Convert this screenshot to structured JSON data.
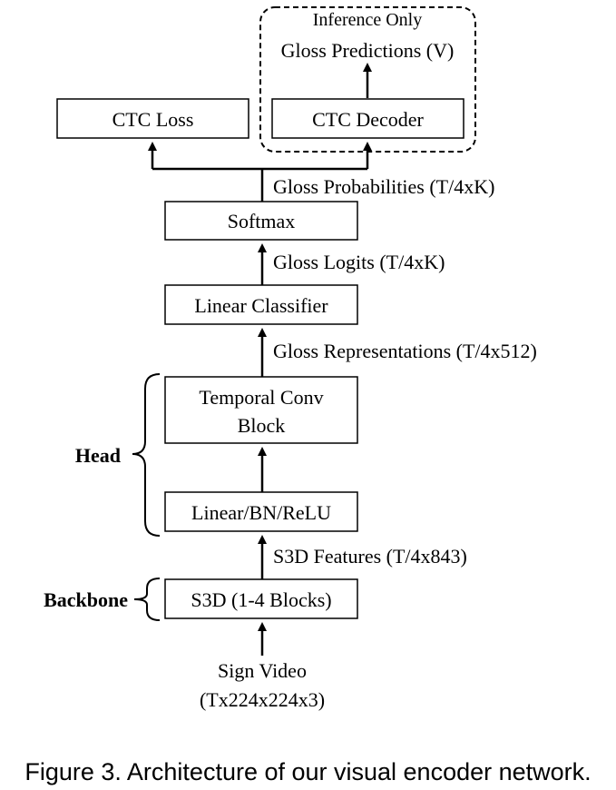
{
  "nodes": {
    "ctc_loss": "CTC Loss",
    "ctc_decoder": "CTC Decoder",
    "softmax": "Softmax",
    "linear_classifier": "Linear Classifier",
    "temporal_conv_line1": "Temporal Conv",
    "temporal_conv_line2": "Block",
    "linear_bn_relu": "Linear/BN/ReLU",
    "s3d": "S3D (1-4 Blocks)"
  },
  "edges": {
    "gloss_predictions": "Gloss Predictions (V)",
    "gloss_probabilities": "Gloss Probabilities (T/4xK)",
    "gloss_logits": "Gloss Logits (T/4xK)",
    "gloss_representations": "Gloss Representations (T/4x512)",
    "s3d_features": "S3D Features (T/4x843)",
    "input_line1": "Sign Video",
    "input_line2": "(Tx224x224x3)"
  },
  "groups": {
    "inference_only": "Inference Only",
    "head": "Head",
    "backbone": "Backbone"
  },
  "caption": "Figure 3. Architecture of our visual encoder network."
}
